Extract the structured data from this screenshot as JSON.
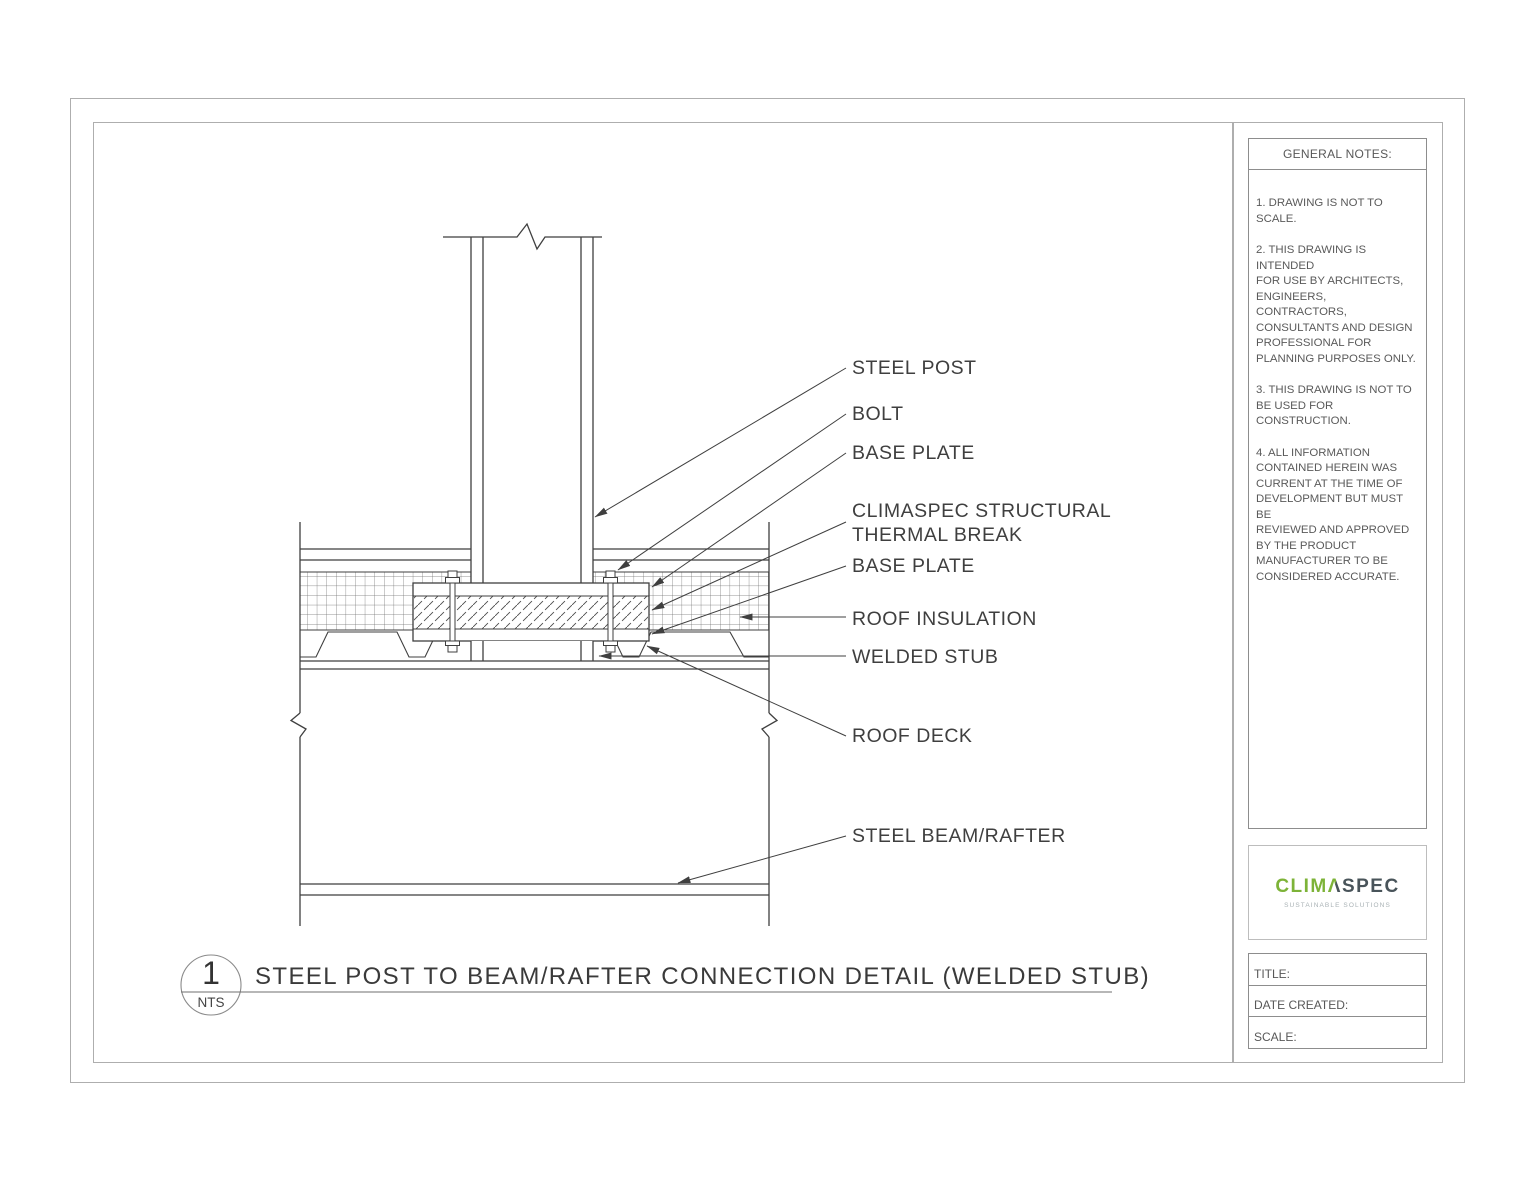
{
  "sheet": {
    "callout": {
      "number": "1",
      "scale": "NTS",
      "title": "STEEL POST TO BEAM/RAFTER CONNECTION DETAIL (WELDED STUB)"
    },
    "annotations": {
      "steel_post": "STEEL POST",
      "bolt": "BOLT",
      "base_plate_top": "BASE PLATE",
      "thermal_break": "CLIMASPEC STRUCTURAL\nTHERMAL BREAK",
      "base_plate_bottom": "BASE PLATE",
      "roof_insulation": "ROOF INSULATION",
      "welded_stub": "WELDED STUB",
      "roof_deck": "ROOF DECK",
      "steel_beam": "STEEL BEAM/RAFTER"
    },
    "general_notes": {
      "header": "GENERAL NOTES:",
      "notes": [
        "1. DRAWING IS NOT TO SCALE.",
        "2. THIS DRAWING IS INTENDED\nFOR USE BY ARCHITECTS,\nENGINEERS, CONTRACTORS,\nCONSULTANTS AND DESIGN\nPROFESSIONAL FOR\nPLANNING PURPOSES ONLY.",
        "3. THIS DRAWING IS NOT TO\nBE USED FOR\nCONSTRUCTION.",
        "4. ALL INFORMATION\nCONTAINED HEREIN WAS\nCURRENT AT THE TIME OF\nDEVELOPMENT BUT MUST BE\nREVIEWED AND APPROVED\nBY THE PRODUCT\nMANUFACTURER TO BE\nCONSIDERED ACCURATE."
      ]
    },
    "logo": {
      "part_green": "CLIM",
      "part_mid": "Λ",
      "part_dark": "SPEC",
      "tagline": "SUSTAINABLE SOLUTIONS",
      "green_hex": "#7db338",
      "dark_hex": "#49545a"
    },
    "title_block": {
      "title_label": "TITLE:",
      "date_label": "DATE CREATED:",
      "scale_label": "SCALE:"
    }
  }
}
